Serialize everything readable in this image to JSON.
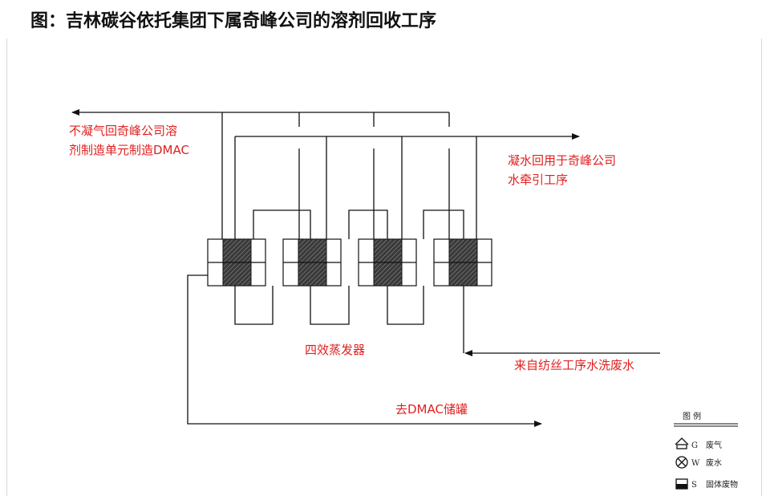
{
  "title": "图：吉林碳谷依托集团下属奇峰公司的溶剂回收工序",
  "labels": {
    "noncondensable_line1": "不凝气回奇峰公司溶",
    "noncondensable_line2": "剂制造单元制造DMAC",
    "condensate_line1": "凝水回用于奇峰公司",
    "condensate_line2": "水牵引工序",
    "evaporator": "四效蒸发器",
    "wash_water": "来自纺丝工序水洗废水",
    "to_tank": "去DMAC储罐"
  },
  "legend": {
    "title": "图  例",
    "items": [
      {
        "icon": "waste-gas-icon",
        "code": "G",
        "label": "废气"
      },
      {
        "icon": "waste-water-icon",
        "code": "W",
        "label": "废水"
      },
      {
        "icon": "solid-waste-icon",
        "code": "S",
        "label": "固体废物"
      }
    ]
  },
  "colors": {
    "label": "#e02020",
    "line": "#111111"
  }
}
